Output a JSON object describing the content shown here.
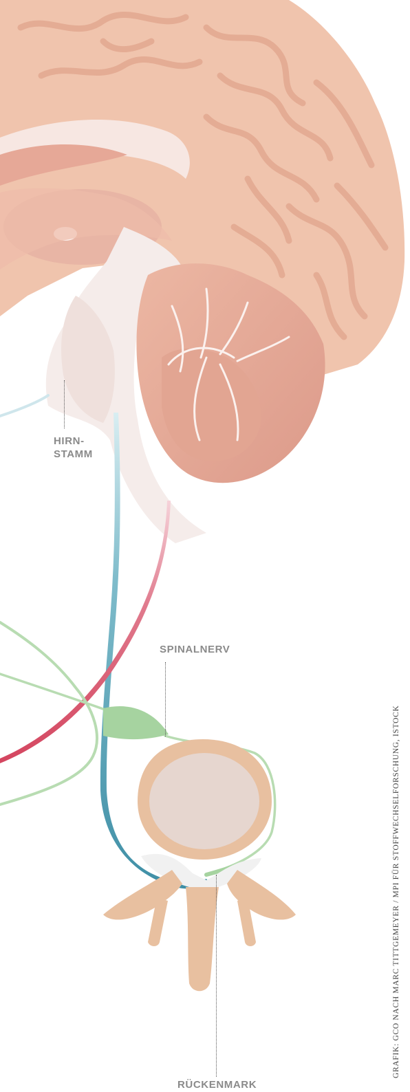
{
  "labels": {
    "brainstem": [
      "HIRN-",
      "STAMM"
    ],
    "spinal_nerve": "SPINALNERV",
    "spinal_cord": "RÜCKENMARK"
  },
  "credit": "GRAFIK: GCO NACH MARC TITTGEMEYER / MPI FÜR STOFFWECHSELFORSCHUNG, ISTOCK",
  "colors": {
    "cortex": "#f0c4ad",
    "cortex_fold": "#e2a890",
    "cerebellum": "#e5ab97",
    "cerebellum_dark": "#d6968a",
    "brainstem": "#f1e0dd",
    "nerve_blue": "#4a97ad",
    "nerve_red": "#d64f68",
    "nerve_green": "#a6d3a0",
    "vertebra": "#e8c0a0",
    "vertebra_disc": "#e6d6cf",
    "label_gray": "#8a8a8a"
  }
}
